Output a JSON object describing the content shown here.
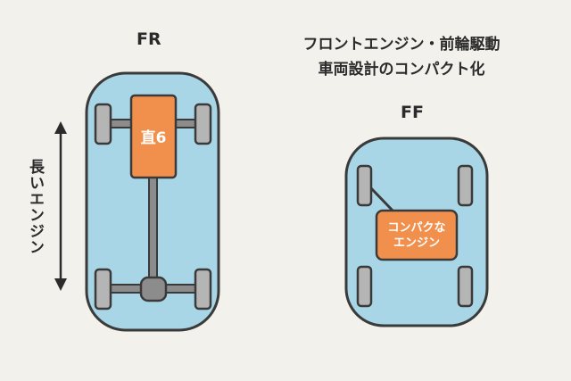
{
  "fr": {
    "title": "FR",
    "engine_label": "直6",
    "side_note": "長いエンジン"
  },
  "ff": {
    "title": "FF",
    "engine_label_lines": [
      "コンパクな",
      "エンジン"
    ]
  },
  "caption": {
    "line1": "フロントエンジン・前輪駆動",
    "line2": "車両設計のコンパクト化"
  },
  "colors": {
    "background": "#f3f1ec",
    "body_fill": "#a9d6e6",
    "engine_fill": "#f0904c",
    "outline": "#3a3a3a",
    "tire_fill": "#b5b5b5",
    "axle_fill": "#8c8c8c"
  }
}
